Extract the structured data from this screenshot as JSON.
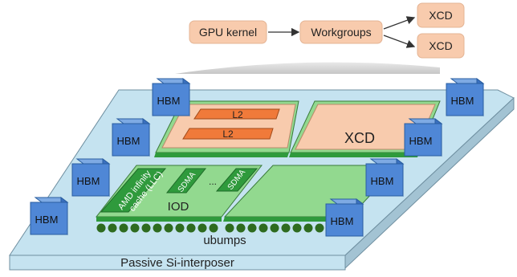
{
  "flow": {
    "kernel_label": "GPU kernel",
    "workgroups_label": "Workgroups",
    "xcd_label_top": "XCD",
    "xcd_label_bottom": "XCD",
    "box_fill": "#f8cbad"
  },
  "package": {
    "interposer_label": "Passive Si-interposer",
    "ubumps_label": "ubumps",
    "iod_label": "IOD",
    "llc_label_line1": "AMD infinity",
    "llc_label_line2": "cache (LLC)",
    "sdma_label_1": "SDMA",
    "sdma_label_2": "SDMA",
    "sdma_ellipsis": "...",
    "l2_label_1": "L2",
    "l2_label_2": "L2",
    "xcd_die_label": "XCD",
    "hbm_label": "HBM",
    "colors": {
      "interposer": "#c5e3f0",
      "iod_green": "#92d98f",
      "iod_dark_green": "#2f9a3c",
      "xcd_die": "#f8cbad",
      "l2": "#f07a3a",
      "hbm": "#4f87d6",
      "bump": "#2e6b1f"
    }
  }
}
